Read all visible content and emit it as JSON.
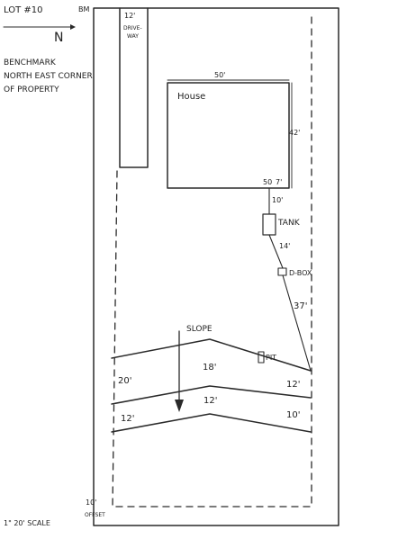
{
  "title_block": {
    "lot": "LOT #10",
    "north_label": "N"
  },
  "benchmark": {
    "line1": "BENCHMARK",
    "line2": "NORTH EAST CORNER",
    "line3": "OF PROPERTY"
  },
  "bm_marker": "BM",
  "driveway": {
    "width_label": "12'",
    "label_line1": "DRIVE-",
    "label_line2": "WAY"
  },
  "house": {
    "label": "House",
    "width_label": "50'",
    "depth_label": "42'",
    "corner_label": "50",
    "corner_offset_label": "7'"
  },
  "septic": {
    "house_to_tank": "10'",
    "tank_label": "TANK",
    "tank_to_dbox": "14'",
    "dbox_label": "D-BOX",
    "dbox_to_field": "37'",
    "pit_label": "PIT"
  },
  "slope_label": "SLOPE",
  "field_dims": {
    "left_upper": "20'",
    "center_upper": "18'",
    "right_upper": "12'",
    "left_lower": "12'",
    "center_lower": "12'",
    "right_lower": "10'"
  },
  "setback": {
    "value": "10'",
    "label": "OFFSET"
  },
  "scale_note": "1\" 20' SCALE"
}
